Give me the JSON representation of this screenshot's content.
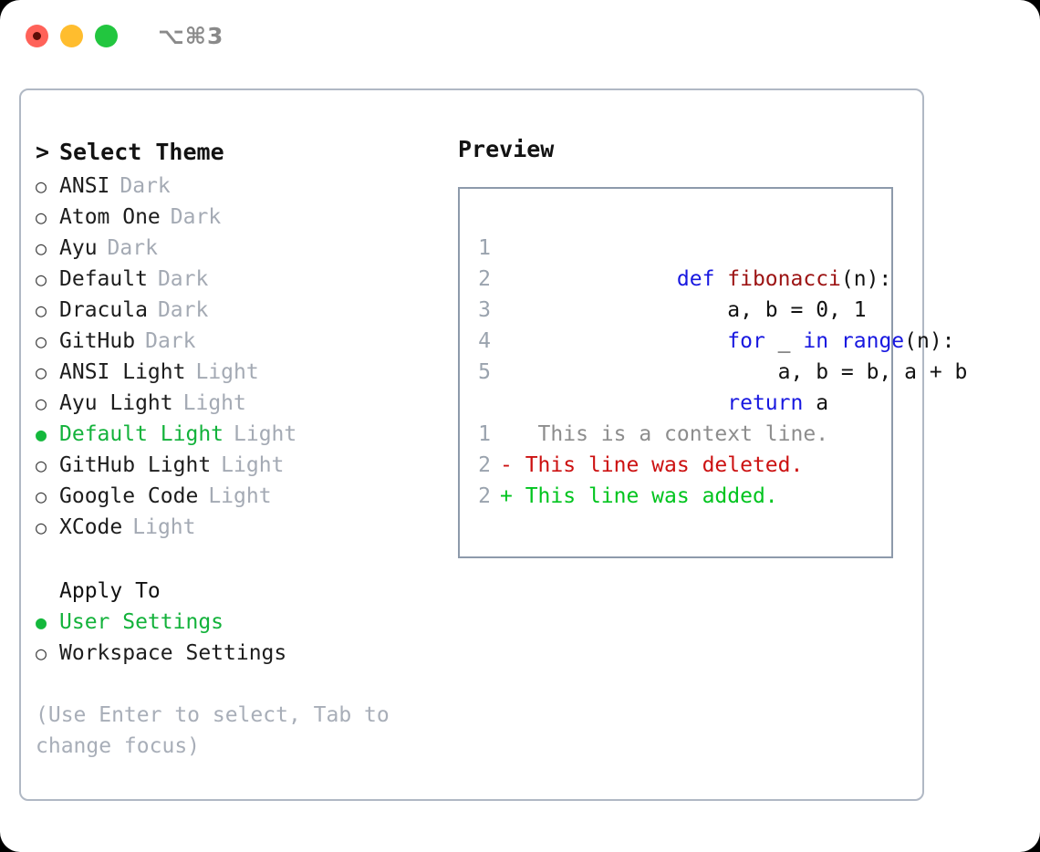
{
  "window": {
    "traffic_lights": [
      "close",
      "minimize",
      "maximize"
    ],
    "shortcut": "⌥⌘3",
    "colors": {
      "close": "#ff6259",
      "minimize": "#ffbd2e",
      "maximize": "#22c63f",
      "accent_green": "#13b23b",
      "muted": "#a4aab4",
      "keyword_blue": "#1818e0",
      "function_red": "#9c1313",
      "diff_add": "#00c41e",
      "diff_del": "#cc1111",
      "border": "#b0b8c4"
    }
  },
  "theme_panel": {
    "header": {
      "marker": ">",
      "label": "Select Theme"
    },
    "items": [
      {
        "marker": "○",
        "label": "ANSI",
        "tag": "Dark",
        "selected": false
      },
      {
        "marker": "○",
        "label": "Atom One",
        "tag": "Dark",
        "selected": false
      },
      {
        "marker": "○",
        "label": "Ayu",
        "tag": "Dark",
        "selected": false
      },
      {
        "marker": "○",
        "label": "Default",
        "tag": "Dark",
        "selected": false
      },
      {
        "marker": "○",
        "label": "Dracula",
        "tag": "Dark",
        "selected": false
      },
      {
        "marker": "○",
        "label": "GitHub",
        "tag": "Dark",
        "selected": false
      },
      {
        "marker": "○",
        "label": "ANSI Light",
        "tag": "Light",
        "selected": false
      },
      {
        "marker": "○",
        "label": "Ayu Light",
        "tag": "Light",
        "selected": false
      },
      {
        "marker": "●",
        "label": "Default Light",
        "tag": "Light",
        "selected": true
      },
      {
        "marker": "○",
        "label": "GitHub Light",
        "tag": "Light",
        "selected": false
      },
      {
        "marker": "○",
        "label": "Google Code",
        "tag": "Light",
        "selected": false
      },
      {
        "marker": "○",
        "label": "XCode",
        "tag": "Light",
        "selected": false
      }
    ]
  },
  "apply_to": {
    "title": "Apply To",
    "options": [
      {
        "marker": "●",
        "label": "User Settings",
        "selected": true
      },
      {
        "marker": "○",
        "label": "Workspace Settings",
        "selected": false
      }
    ]
  },
  "hint": "(Use Enter to select, Tab to change focus)",
  "preview": {
    "title": "Preview",
    "code_lines": [
      {
        "lineno": "1",
        "tokens": [
          {
            "text": "def ",
            "kind": "kw"
          },
          {
            "text": "fibonacci",
            "kind": "fn"
          },
          {
            "text": "(n):",
            "kind": "plain"
          }
        ]
      },
      {
        "lineno": "2",
        "tokens": [
          {
            "text": "    a, b = 0, 1",
            "kind": "plain"
          }
        ]
      },
      {
        "lineno": "3",
        "tokens": [
          {
            "text": "    ",
            "kind": "plain"
          },
          {
            "text": "for",
            "kind": "kw"
          },
          {
            "text": " _ ",
            "kind": "plain"
          },
          {
            "text": "in range",
            "kind": "kw"
          },
          {
            "text": "(n):",
            "kind": "plain"
          }
        ]
      },
      {
        "lineno": "4",
        "tokens": [
          {
            "text": "        a, b = b, a + b",
            "kind": "plain"
          }
        ]
      },
      {
        "lineno": "5",
        "tokens": [
          {
            "text": "    ",
            "kind": "plain"
          },
          {
            "text": "return",
            "kind": "kw"
          },
          {
            "text": " a",
            "kind": "plain"
          }
        ]
      }
    ],
    "diff_lines": [
      {
        "lineno": "1",
        "sign": " ",
        "text": "  This is a context line.",
        "kind": "ctx"
      },
      {
        "lineno": "2",
        "sign": "-",
        "text": " This line was deleted.",
        "kind": "del"
      },
      {
        "lineno": "2",
        "sign": "+",
        "text": " This line was added.",
        "kind": "add"
      }
    ]
  }
}
